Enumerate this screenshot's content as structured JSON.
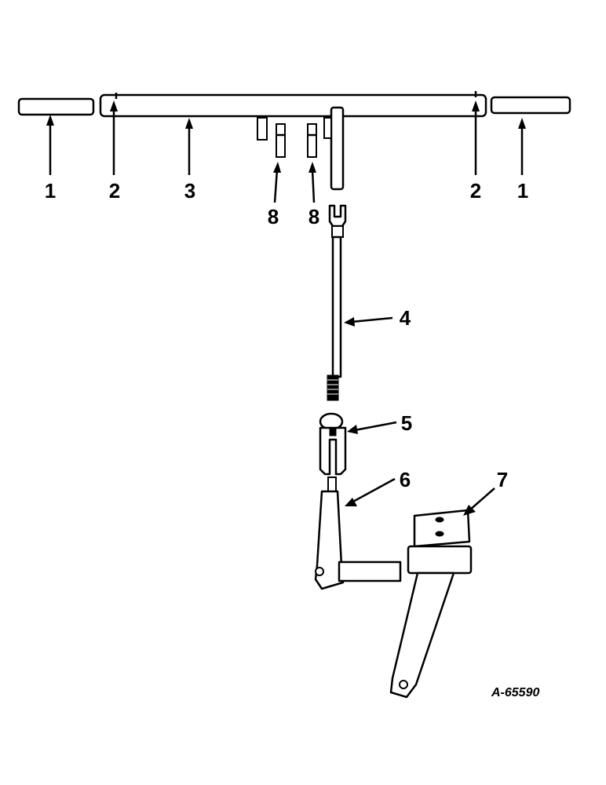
{
  "diagram": {
    "reference_code": "A-65590",
    "colors": {
      "ink": "#000000",
      "paper": "#ffffff"
    },
    "callouts": {
      "c1_left": "1",
      "c2_left": "2",
      "c3": "3",
      "c8_left": "8",
      "c8_right": "8",
      "c2_right": "2",
      "c1_right": "1",
      "c4": "4",
      "c5": "5",
      "c6": "6",
      "c7": "7"
    }
  }
}
